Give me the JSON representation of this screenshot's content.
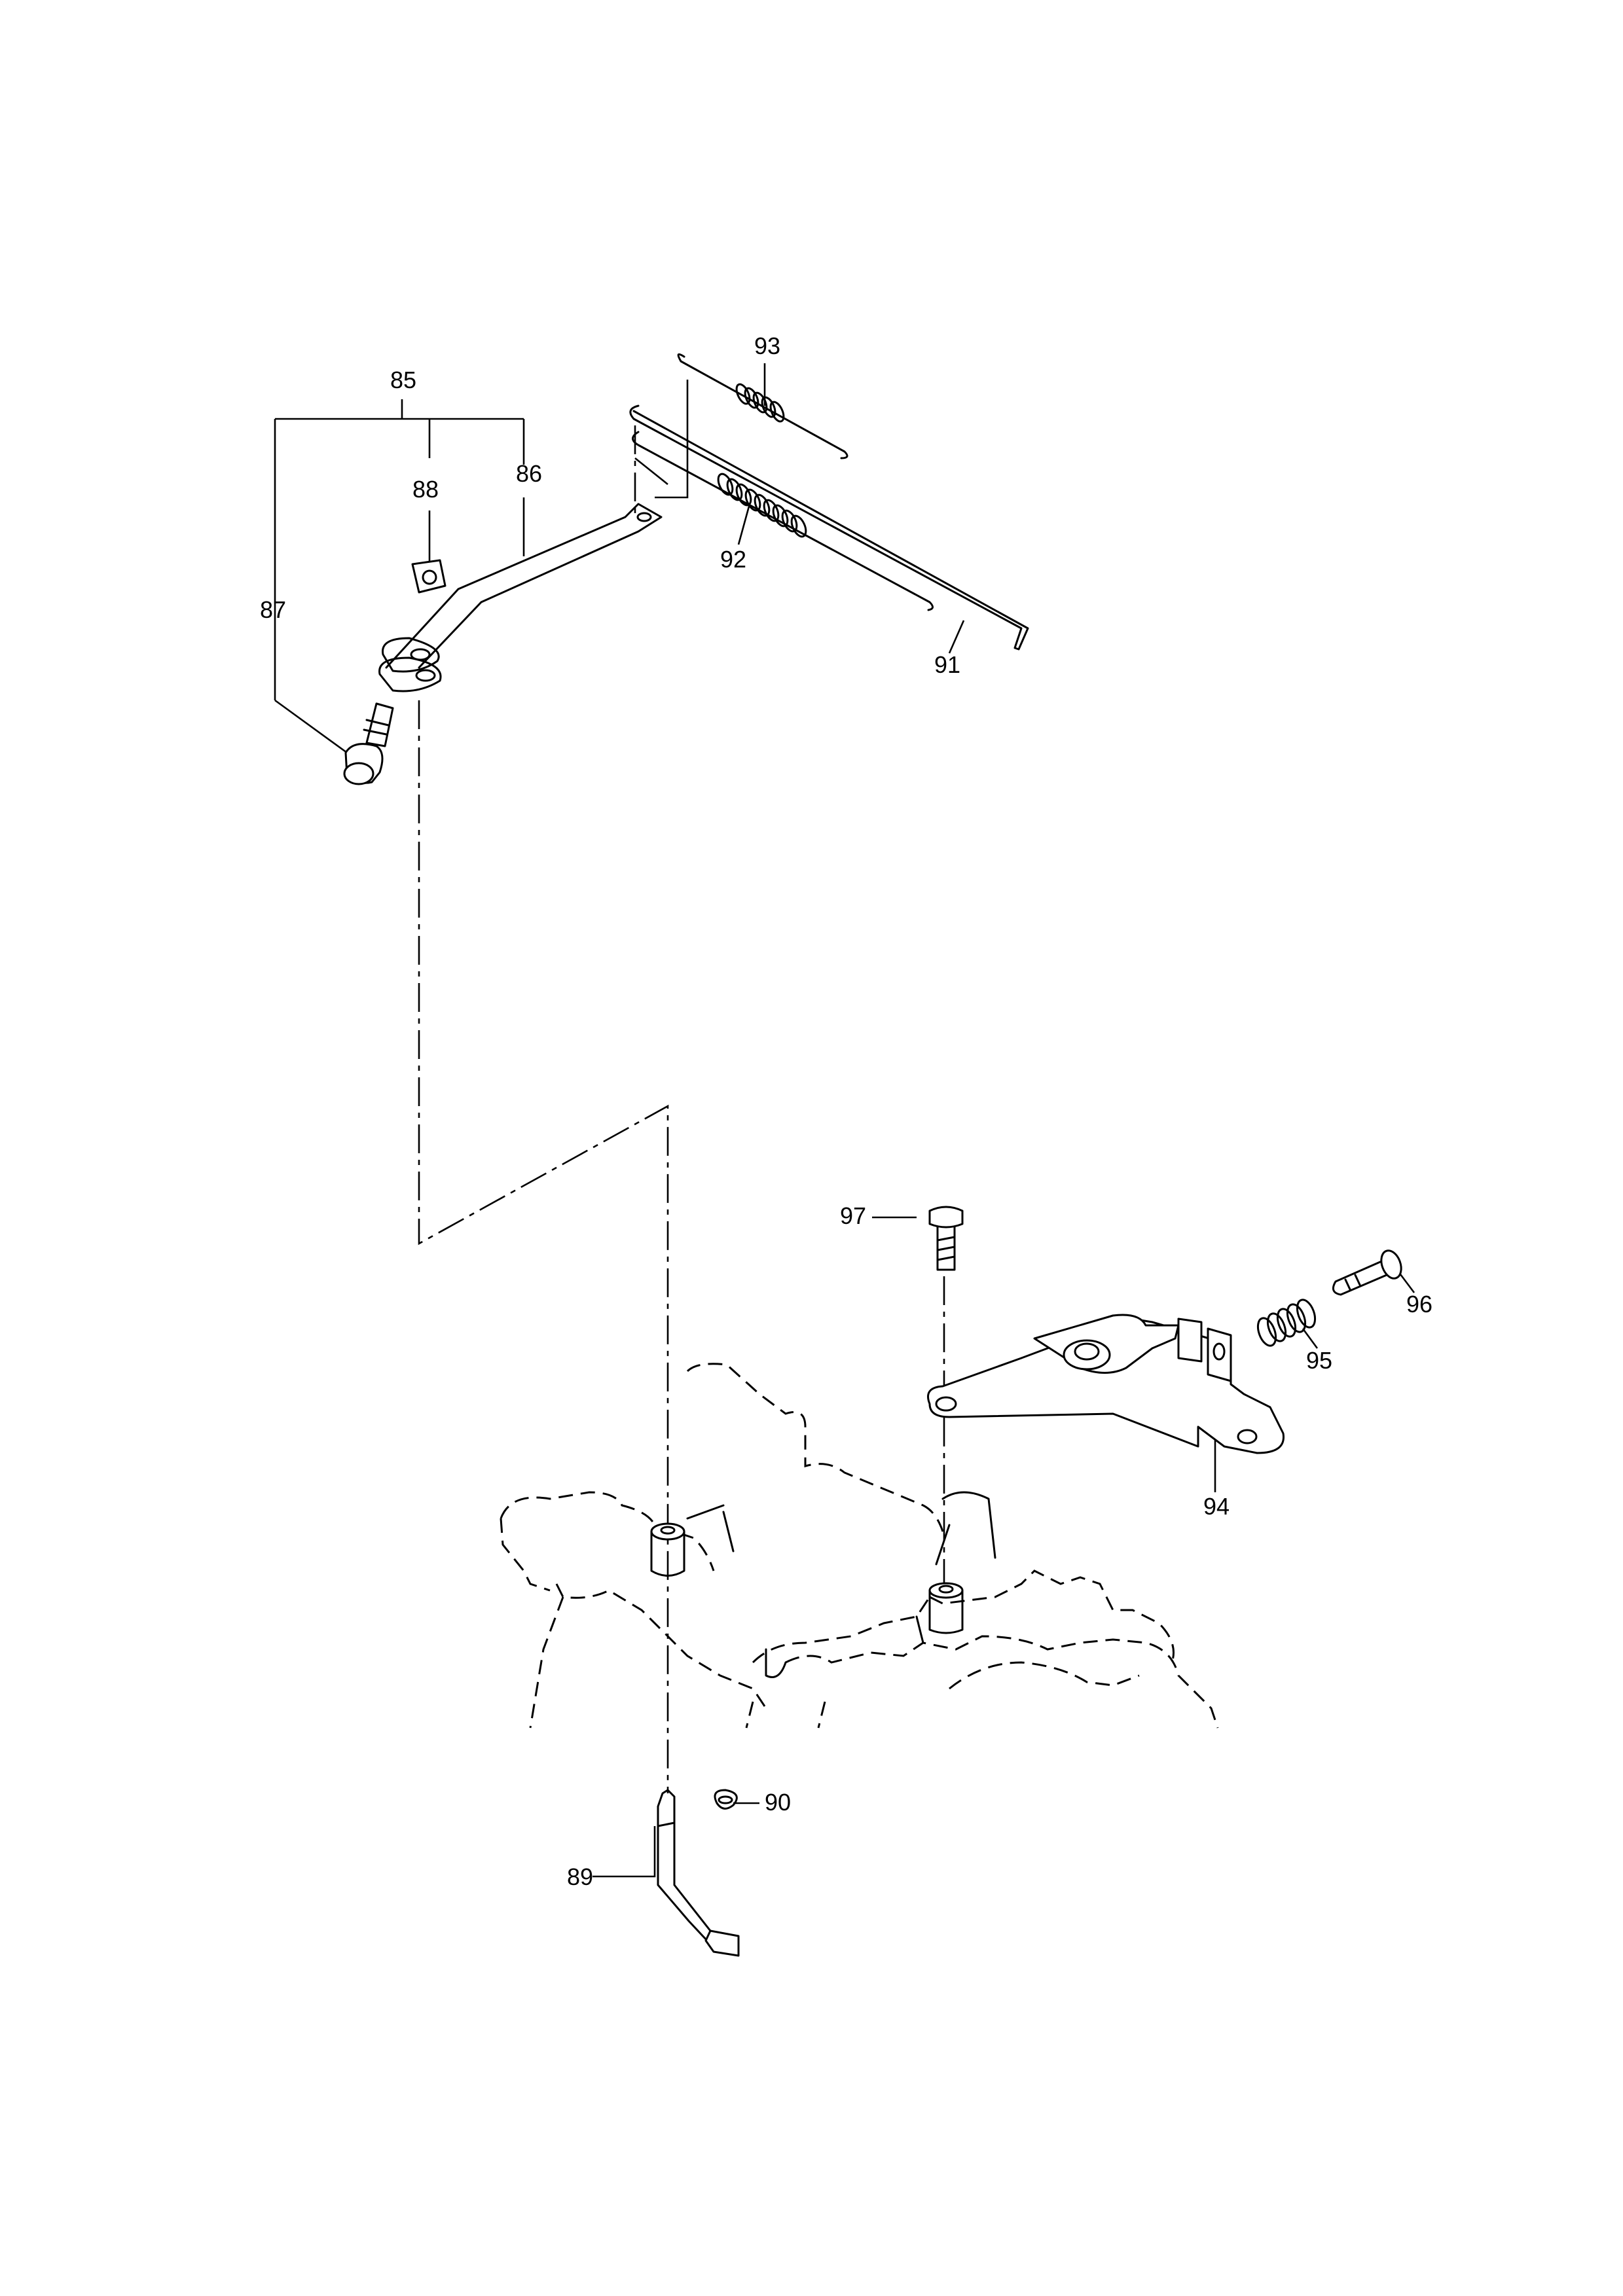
{
  "diagram": {
    "callouts": {
      "c85": "85",
      "c86": "86",
      "c87": "87",
      "c88": "88",
      "c89": "89",
      "c90": "90",
      "c91": "91",
      "c92": "92",
      "c93": "93",
      "c94": "94",
      "c95": "95",
      "c96": "96",
      "c97": "97"
    }
  }
}
